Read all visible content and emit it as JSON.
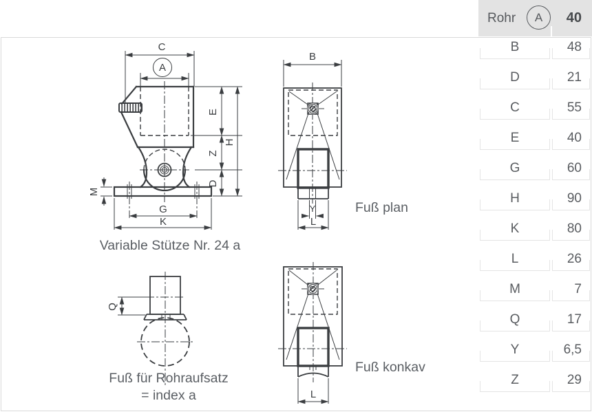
{
  "dim_labels": {
    "c": "C",
    "a": "A",
    "e": "E",
    "z": "Z",
    "h": "H",
    "d": "D",
    "m": "M",
    "g": "G",
    "k": "K",
    "b": "B",
    "y": "Y",
    "l": "L",
    "q": "Q"
  },
  "captions": {
    "main": "Variable Stütze Nr. 24 a",
    "front": "Fuß plan",
    "konkav": "Fuß konkav",
    "rohraufsatz_line1": "Fuß für Rohraufsatz",
    "rohraufsatz_line2": "= index a"
  },
  "table": {
    "header": {
      "label": "Rohr",
      "symbol": "A",
      "value": "40"
    },
    "rows": [
      {
        "label": "B",
        "value": "48"
      },
      {
        "label": "D",
        "value": "21"
      },
      {
        "label": "C",
        "value": "55"
      },
      {
        "label": "E",
        "value": "40"
      },
      {
        "label": "G",
        "value": "60"
      },
      {
        "label": "H",
        "value": "90"
      },
      {
        "label": "K",
        "value": "80"
      },
      {
        "label": "L",
        "value": "26"
      },
      {
        "label": "M",
        "value": "7"
      },
      {
        "label": "Q",
        "value": "17"
      },
      {
        "label": "Y",
        "value": "6,5"
      },
      {
        "label": "Z",
        "value": "29"
      }
    ]
  },
  "colors": {
    "line": "#3a3d40",
    "caption_text": "#5a5e63",
    "table_text": "#595c60",
    "header_bg": "#e3e3e3",
    "cell_border": "#e4e4e4",
    "panel_border": "#d9d9d9"
  }
}
